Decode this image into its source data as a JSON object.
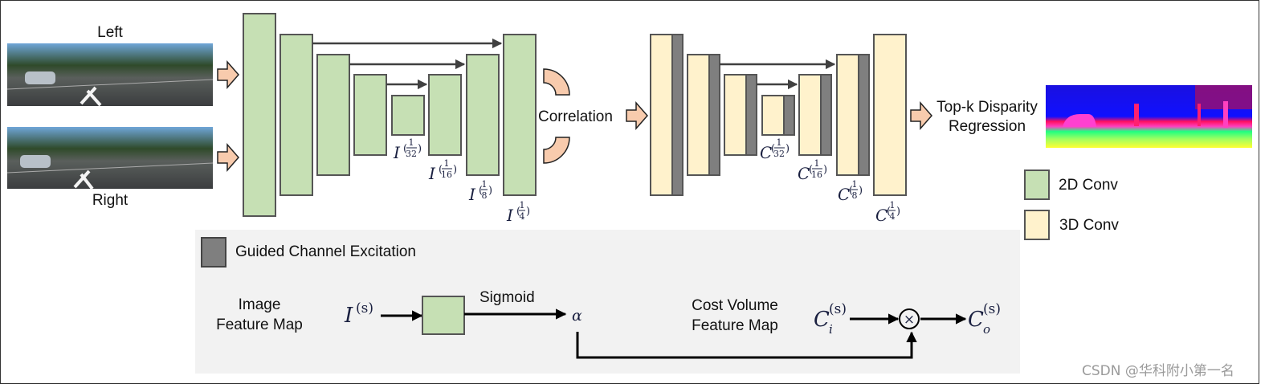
{
  "inputs": {
    "left_label": "Left",
    "right_label": "Right"
  },
  "encoder_2d": {
    "scale_labels": [
      {
        "base": "I",
        "num": "1",
        "den": "32"
      },
      {
        "base": "I",
        "num": "1",
        "den": "16"
      },
      {
        "base": "I",
        "num": "1",
        "den": "8"
      },
      {
        "base": "I",
        "num": "1",
        "den": "4"
      }
    ]
  },
  "correlation_label": "Correlation",
  "aggregation_3d": {
    "scale_labels": [
      {
        "base": "C",
        "num": "1",
        "den": "32"
      },
      {
        "base": "C",
        "num": "1",
        "den": "16"
      },
      {
        "base": "C",
        "num": "1",
        "den": "8"
      },
      {
        "base": "C",
        "num": "1",
        "den": "4"
      }
    ]
  },
  "output": {
    "line1": "Top-k Disparity",
    "line2": "Regression"
  },
  "legend": {
    "items": [
      {
        "label": "2D Conv",
        "color": "#c6e0b4"
      },
      {
        "label": "3D Conv",
        "color": "#fff2cc"
      }
    ]
  },
  "gce_panel": {
    "title": "Guided Channel Excitation",
    "swatch_color": "#7f7f7f",
    "image_label_line1": "Image",
    "image_label_line2": "Feature Map",
    "image_input": {
      "base": "I",
      "sup": "(s)"
    },
    "sigmoid_label": "Sigmoid",
    "alpha": "α",
    "cost_label_line1": "Cost Volume",
    "cost_label_line2": "Feature Map",
    "cost_input": {
      "base": "C",
      "sub": "i",
      "sup": "(s)"
    },
    "multiply_symbol": "×",
    "cost_output": {
      "base": "C",
      "sub": "o",
      "sup": "(s)"
    }
  },
  "colors": {
    "conv2d": "#c6e0b4",
    "conv3d": "#fff2cc",
    "gce": "#7f7f7f",
    "arrow_fill": "#f8cbad",
    "panel_bg": "#f2f2f2",
    "block_stroke": "#555555"
  },
  "watermark": "CSDN @华科附小第一名"
}
